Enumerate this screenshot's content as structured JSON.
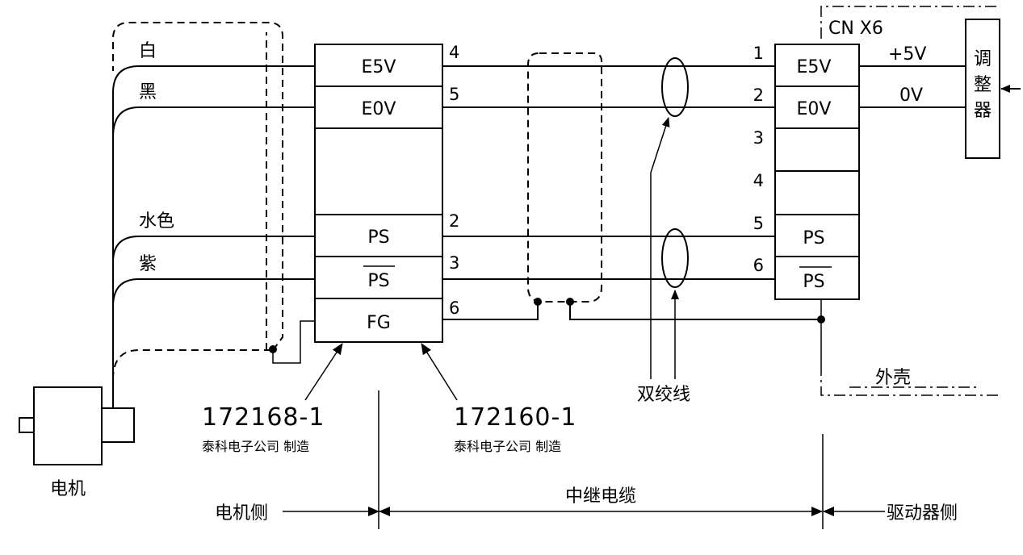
{
  "wires": {
    "white": "白",
    "black": "黑",
    "light_blue": "水色",
    "purple": "紫"
  },
  "motor_connector": {
    "rows": [
      "E5V",
      "E0V",
      "",
      "PS",
      "PS",
      "FG"
    ],
    "pins": [
      "4",
      "5",
      "2",
      "3",
      "6"
    ],
    "part_number_left": "172168-1",
    "maker_left": "泰科电子公司 制造",
    "part_number_right": "172160-1",
    "maker_right": "泰科电子公司 制造"
  },
  "driver_connector": {
    "name": "CN X6",
    "pins": [
      "1",
      "2",
      "3",
      "4",
      "5",
      "6"
    ],
    "rows": [
      "E5V",
      "E0V",
      "",
      "",
      "PS",
      "PS"
    ]
  },
  "regulator": {
    "plus5v": "+5V",
    "zero_v": "0V",
    "label": [
      "调",
      "整",
      "器"
    ]
  },
  "twisted_pair": "双绞线",
  "shell": "外壳",
  "motor": "电机",
  "sections": {
    "motor_side": "电机侧",
    "relay_cable": "中继电缆",
    "driver_side": "驱动器侧"
  }
}
